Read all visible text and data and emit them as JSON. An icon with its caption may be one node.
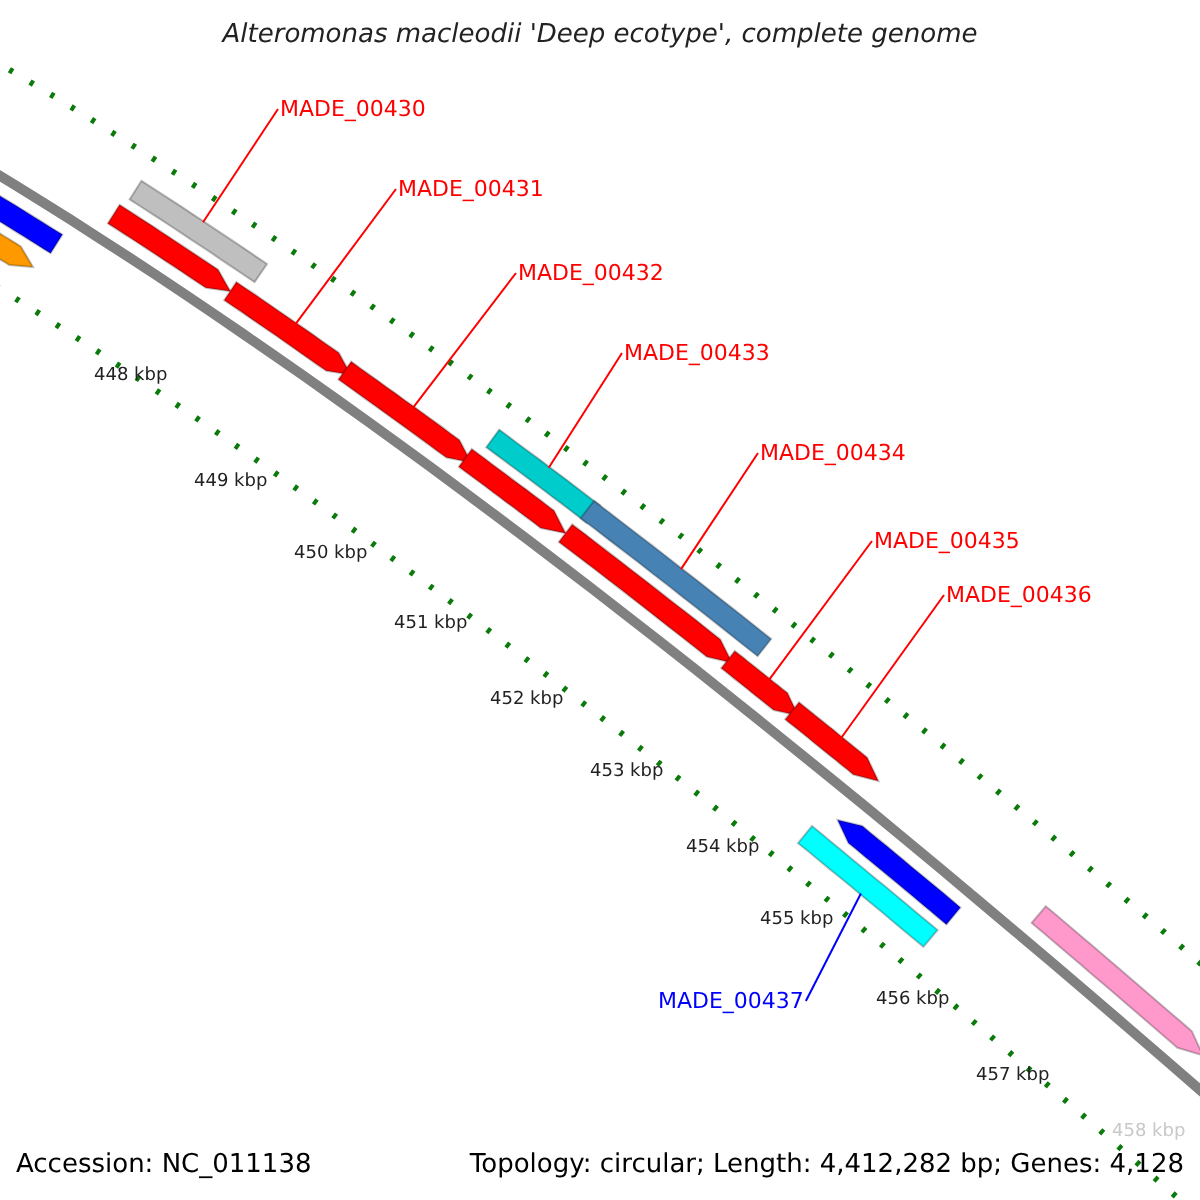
{
  "diagram": {
    "title": "Alteromonas macleodii 'Deep ecotype', complete genome",
    "nodes": [
      {
        "text": [
          "MADE_00430"
        ]
      },
      {
        "text": [
          "MADE_00431"
        ]
      },
      {
        "text": [
          "MADE_00432"
        ]
      },
      {
        "text": [
          "MADE_00433"
        ]
      },
      {
        "text": [
          "MADE_00434"
        ]
      },
      {
        "text": [
          "MADE_00435"
        ]
      },
      {
        "text": [
          "MADE_00436"
        ]
      },
      {
        "text": [
          "MADE_00437"
        ]
      },
      {
        "text": [],
        "shape": "arrow"
      },
      {
        "text": [],
        "shape": "arrow"
      },
      {
        "text": [],
        "shape": "arrow"
      },
      {
        "text": [],
        "shape": "arrow"
      },
      {
        "text": [],
        "shape": "arrow"
      },
      {
        "text": [],
        "shape": "arrow"
      },
      {
        "text": [],
        "shape": "arrow"
      },
      {
        "text": [],
        "shape": "arrow"
      },
      {
        "text": [],
        "shape": "arrow"
      },
      {
        "text": [],
        "shape": "arrow"
      },
      {
        "text": [],
        "shape": "arrow"
      },
      {
        "text": [],
        "shape": "arrow"
      },
      {
        "text": [],
        "shape": "arrow"
      },
      {
        "text": [],
        "shape": "arrow"
      },
      {
        "text": [],
        "shape": "arrow"
      }
    ],
    "edges": [
      {
        "from": 0,
        "to": 11,
        "arrow": "none"
      },
      {
        "from": 1,
        "to": 12,
        "arrow": "none"
      },
      {
        "from": 2,
        "to": 13,
        "arrow": "none"
      },
      {
        "from": 3,
        "to": 15,
        "arrow": "none"
      },
      {
        "from": 4,
        "to": 17,
        "arrow": "none"
      },
      {
        "from": 5,
        "to": 18,
        "arrow": "none"
      },
      {
        "from": 6,
        "to": 19,
        "arrow": "none"
      },
      {
        "from": 7,
        "to": 20,
        "arrow": "none",
        "color": "#0000ff"
      }
    ],
    "labels": [
      "448 kbp",
      "449 kbp",
      "450 kbp",
      "451 kbp",
      "452 kbp",
      "453 kbp",
      "454 kbp",
      "455 kbp",
      "456 kbp",
      "457 kbp",
      "458 kbp",
      "Accession: NC_011138",
      "Topology: circular; Length: 4,412,282 bp; Genes: 4,128"
    ]
  }
}
